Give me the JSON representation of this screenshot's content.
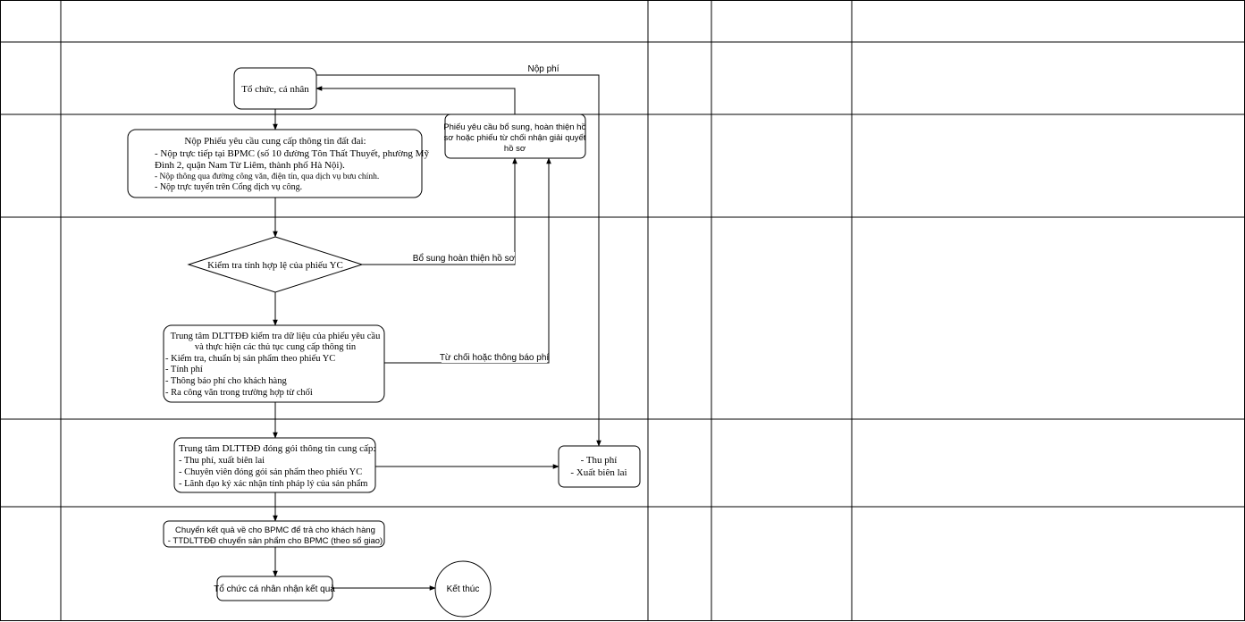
{
  "nodes": {
    "start": {
      "text": "Tổ chức, cá nhân"
    },
    "submit": {
      "title": "Nộp Phiếu yêu cầu cung cấp thông tin đất đai:",
      "lines": [
        "- Nộp trực tiếp tại BPMC (số 10 đường Tôn Thất Thuyết, phường Mỹ",
        "Đình 2, quận Nam Từ Liêm, thành phố Hà Nội).",
        "- Nộp thông qua đường công văn, điện tín, qua dịch vụ bưu chính.",
        "- Nộp trực tuyến trên Cổng dịch vụ công."
      ]
    },
    "supplement": {
      "lines": [
        "Phiếu yêu cầu bổ sung, hoàn thiện hồ",
        "sơ hoặc phiếu từ chối nhận giải quyết",
        "hồ sơ"
      ]
    },
    "check": {
      "text": "Kiểm tra tính hợp lệ của phiếu YC"
    },
    "center_check": {
      "lines": [
        "Trung tâm DLTTĐĐ kiểm tra dữ liệu của phiếu yêu cầu",
        "và thực hiện các thủ tục cung cấp thông tin",
        "- Kiểm tra, chuẩn bị sản phẩm theo phiếu YC",
        "- Tính phí",
        "- Thông báo phí cho khách hàng",
        "- Ra công văn trong trường hợp từ chối"
      ]
    },
    "package": {
      "lines": [
        "Trung tâm DLTTĐĐ đóng gói thông tin cung cấp:",
        "- Thu phí, xuất biên lai",
        "- Chuyên viên đóng gói sản phẩm theo phiếu YC",
        "- Lãnh đạo ký xác nhận tính pháp lý của sản phẩm"
      ]
    },
    "fee": {
      "lines": [
        "- Thu phí",
        "- Xuất biên lai"
      ]
    },
    "transfer": {
      "lines": [
        "Chuyển kết quả về cho BPMC để trả cho khách hàng",
        "- TTDLTTĐĐ chuyển sản phẩm cho BPMC (theo sổ giao)"
      ]
    },
    "receive": {
      "text": "Tổ chức cá nhân nhận kết quả"
    },
    "end": {
      "text": "Kết thúc"
    }
  },
  "edge_labels": {
    "pay_fee": "Nộp phí",
    "supplement": "Bổ sung hoàn thiện hồ sơ",
    "reject": "Từ chối hoặc thông báo phí"
  }
}
